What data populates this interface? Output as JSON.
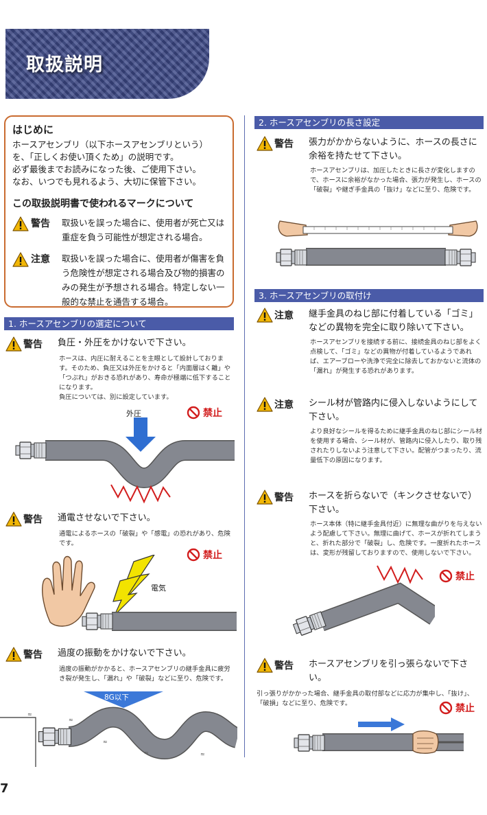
{
  "header": {
    "title": "取扱説明"
  },
  "intro": {
    "heading": "はじめに",
    "lines": [
      "ホースアセンブリ（以下ホースアセンブリという）",
      "を、「正しくお使い頂くため」の説明です。",
      "必ず最後までお読みになった後、ご使用下さい。",
      "なお、いつでも見れるよう、大切に保管下さい。"
    ],
    "marks_title": "この取扱説明書で使われるマークについて",
    "warning_label": "警告",
    "warning_text": "取扱いを誤った場合に、使用者が死亡又は重症を負う可能性が想定される場合。",
    "caution_label": "注意",
    "caution_text": "取扱いを誤った場合に、使用者が傷害を負う危険性が想定される場合及び物的損害のみの発生が予想される場合。特定しない一般的な禁止を通告する場合。"
  },
  "section1": {
    "title": "1. ホースアセンブリの選定について",
    "w1": {
      "label": "警告",
      "title": "負圧・外圧をかけないで下さい。",
      "body": "ホースは、内圧に耐えることを主眼として設計しております。そのため、負圧又は外圧をかけると「内面層はく離」や「つぶれ」がおきる恐れがあり、寿命が極端に低下することになります。",
      "body2": "負圧については、別に設定しています。",
      "prohibit": "禁止",
      "arrow_label": "外圧"
    },
    "w2": {
      "label": "警告",
      "title": "通電させないで下さい。",
      "body": "通電によるホースの「破裂」や「感電」の恐れがあり、危険です。",
      "prohibit": "禁止",
      "electric_label": "電気"
    },
    "w3": {
      "label": "警告",
      "title": "過度の振動をかけないで下さい。",
      "body": "過度の振動がかかると、ホースアセンブリの継手金具に疲労き裂が発生し、「漏れ」や「破裂」などに至り、危険です。",
      "vibration_label": "8G以下"
    }
  },
  "section2": {
    "title": "2. ホースアセンブリの長さ設定",
    "w1": {
      "label": "警告",
      "title": "張力がかからないように、ホースの長さに余裕を持たせて下さい。",
      "body": "ホースアセンブリは、加圧したときに長さが変化しますので、ホースに余裕がなかった場合、張力が発生し、ホースの「破裂」や継ぎ手金具の「抜け」などに至り、危険です。"
    }
  },
  "section3": {
    "title": "3. ホースアセンブリの取付け",
    "c1": {
      "label": "注意",
      "title": "継手金具のねじ部に付着している「ゴミ」などの異物を完全に取り除いて下さい。",
      "body": "ホースアセンブリを接続する前に、接続金具のねじ部をよく点検して、「ゴミ」などの異物が付着しているようであれば、エアーブローや洗浄で完全に除去しておかないと流体の「漏れ」が発生する恐れがあります。"
    },
    "c2": {
      "label": "注意",
      "title": "シール材が管路内に侵入しないようにして下さい。",
      "body": "より良好なシールを得るために継手金具のねじ部にシール材を使用する場合、シール材が、管路内に侵入したり、取り残されたりしないよう注意して下さい。配管がつまったり、流量低下の原因になります。"
    },
    "w2": {
      "label": "警告",
      "title": "ホースを折らないで（キンクさせないで）下さい。",
      "body": "ホース本体（特に継手金具付近）に無理な曲がりを与えないよう配慮して下さい。無理に曲げて、ホースが折れてしまうと、折れた部分で「破裂」し、危険です。一度折れたホースは、変形が残留しておりますので、使用しないで下さい。",
      "prohibit": "禁止"
    },
    "w3": {
      "label": "警告",
      "title": "ホースアセンブリを引っ張らないで下さい。",
      "body": "引っ張りがかかった場合、継手金具の取付部などに応力が集中し、「抜け」、「破損」などに至り、危険です。",
      "prohibit": "禁止"
    }
  },
  "page_number": "7",
  "colors": {
    "accent": "#4a5ba8",
    "warning": "#f2b705",
    "prohibit": "#d21d1d",
    "hose": "#7a7d85",
    "border": "#c96a2e"
  }
}
